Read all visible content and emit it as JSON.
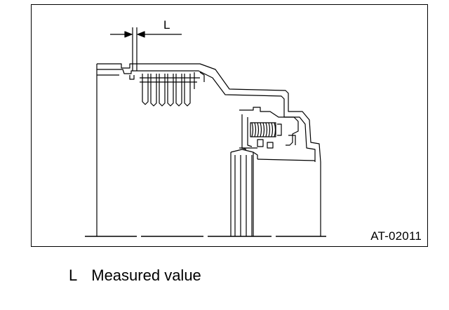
{
  "figure": {
    "dimension_label": "L",
    "code": "AT-02011"
  },
  "legend": {
    "symbol": "L",
    "description": "Measured value"
  },
  "colors": {
    "line": "#000000",
    "background": "#ffffff"
  }
}
